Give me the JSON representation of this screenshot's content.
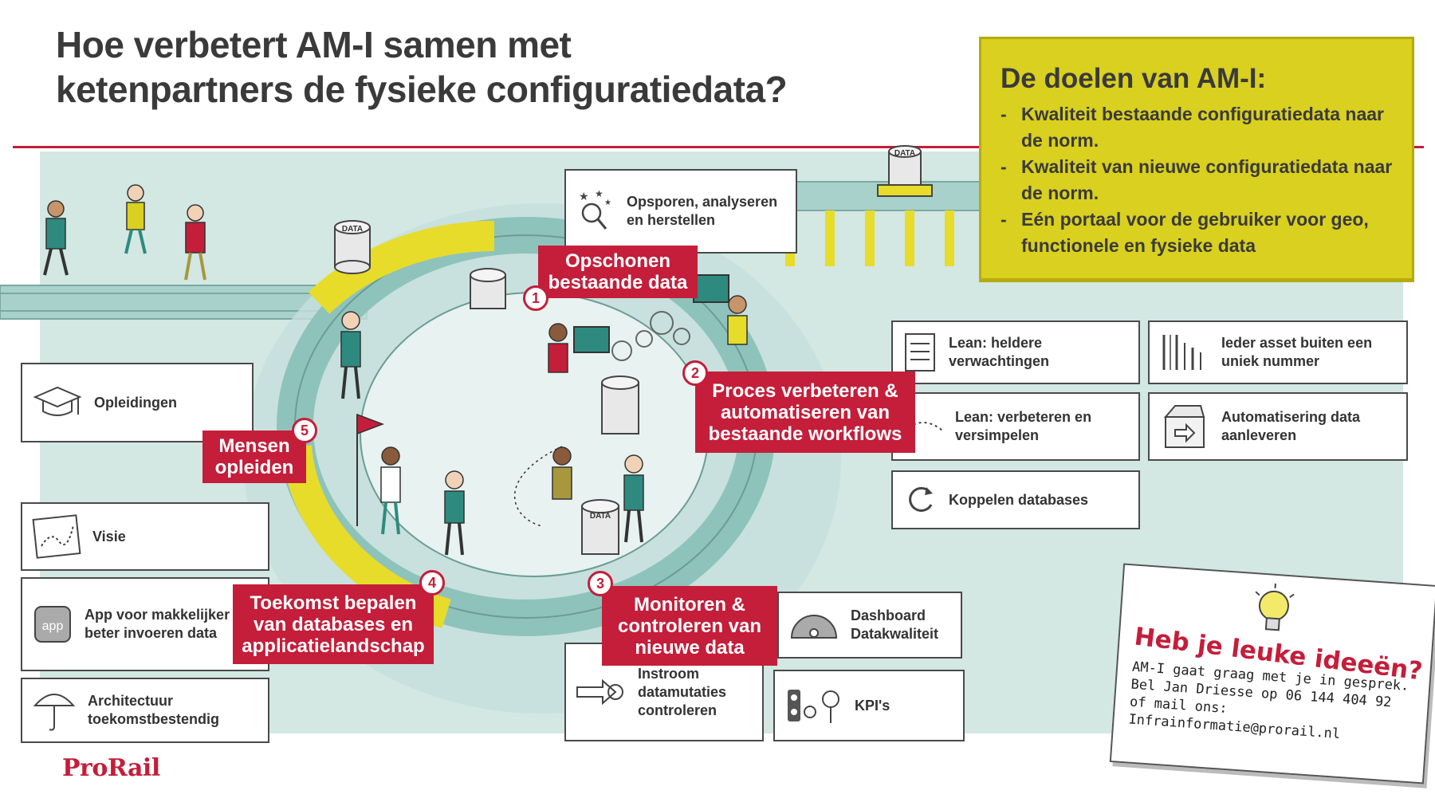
{
  "title": {
    "line1": "Hoe verbetert AM-I samen met",
    "line2": "ketenpartners de fysieke configuratiedata?"
  },
  "goals": {
    "heading": "De doelen van AM-I:",
    "items": [
      "Kwaliteit bestaande configuratiedata naar de norm.",
      "Kwaliteit van nieuwe configuratiedata naar de norm.",
      "Eén portaal voor de gebruiker voor geo, functionele en fysieke data"
    ]
  },
  "steps": [
    {
      "number": "1",
      "label": "Opschonen bestaande data"
    },
    {
      "number": "2",
      "label": "Proces verbeteren & automatiseren van bestaande workflows"
    },
    {
      "number": "3",
      "label": "Monitoren & controleren van nieuwe data"
    },
    {
      "number": "4",
      "label": "Toekomst bepalen van databases en applicatielandschap"
    },
    {
      "number": "5",
      "label": "Mensen opleiden"
    }
  ],
  "cards": {
    "opsporen": "Opsporen, analyseren en herstellen",
    "lean1": "Lean: heldere verwachtingen",
    "asset": "Ieder asset buiten een uniek nummer",
    "lean2": "Lean: verbeteren en versimpelen",
    "automatisering": "Automatisering data aanleveren",
    "koppelen": "Koppelen databases",
    "opleidingen": "Opleidingen",
    "visie": "Visie",
    "app": "App voor makkelijker en beter invoeren data",
    "architectuur": "Architectuur toekomstbestendig",
    "dashboard": "Dashboard Datakwaliteit",
    "instroom": "Instroom datamutaties controleren",
    "kpis": "KPI's"
  },
  "illustration": {
    "data_label": "DATA",
    "app_label": "app"
  },
  "note": {
    "heading": "Heb je leuke ideeën?",
    "line1": "AM-I gaat graag met je in gesprek.",
    "line2": "Bel Jan Driesse op 06 144 404 92",
    "line3": "of mail ons:",
    "line4": "Infrainformatie@prorail.nl"
  },
  "logo": "ProRail",
  "colors": {
    "accent_red": "#c41e3a",
    "goal_yellow": "#d9d01f",
    "scene_teal": "#d3e7e3",
    "track_teal": "#8ec3bc"
  }
}
